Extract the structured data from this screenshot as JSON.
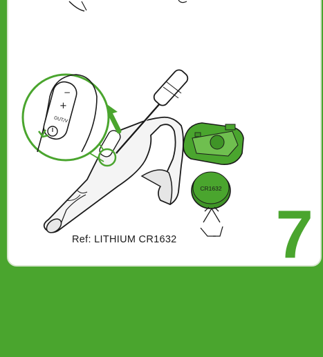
{
  "colors": {
    "brand_green": "#4aa52e",
    "panel_bg": "#ffffff",
    "outline": "#1a1a1a"
  },
  "battery": {
    "coin_label": "CR1632",
    "reference_text": "Ref: LITHIUM CR1632"
  },
  "step_number": "7",
  "handle_buttons": {
    "minus": "−",
    "plus": "+",
    "mode": "OUT/V"
  },
  "icons": [
    "recycle-icon",
    "arrow-up-icon",
    "screwdriver-icon"
  ]
}
